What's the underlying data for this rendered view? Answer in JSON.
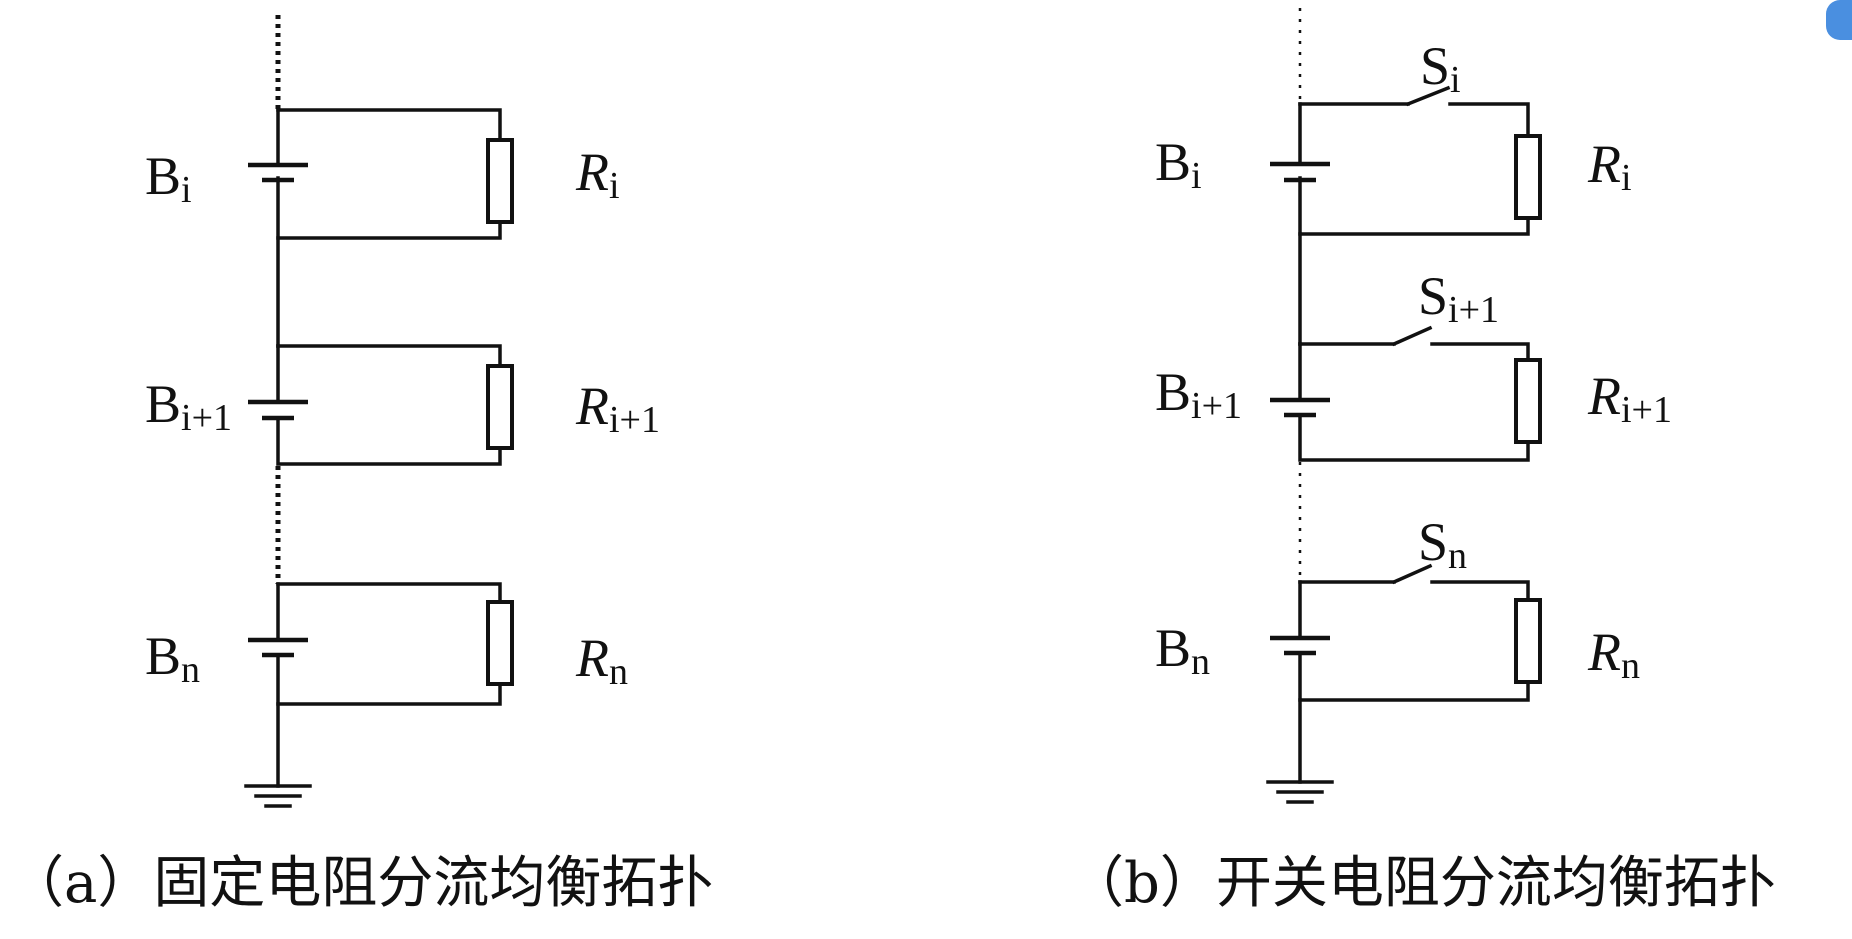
{
  "figures": [
    {
      "id": "a",
      "caption": "（a）固定电阻分流均衡拓扑",
      "cells": [
        {
          "battery": {
            "base": "B",
            "sub": "i"
          },
          "resistor": {
            "base": "R",
            "sub": "i"
          }
        },
        {
          "battery": {
            "base": "B",
            "sub": "i+1"
          },
          "resistor": {
            "base": "R",
            "sub": "i+1"
          }
        },
        {
          "battery": {
            "base": "B",
            "sub": "n"
          },
          "resistor": {
            "base": "R",
            "sub": "n"
          }
        }
      ]
    },
    {
      "id": "b",
      "caption": "（b）开关电阻分流均衡拓扑",
      "cells": [
        {
          "battery": {
            "base": "B",
            "sub": "i"
          },
          "resistor": {
            "base": "R",
            "sub": "i"
          },
          "switch": {
            "base": "S",
            "sub": "i"
          }
        },
        {
          "battery": {
            "base": "B",
            "sub": "i+1"
          },
          "resistor": {
            "base": "R",
            "sub": "i+1"
          },
          "switch": {
            "base": "S",
            "sub": "i+1"
          }
        },
        {
          "battery": {
            "base": "B",
            "sub": "n"
          },
          "resistor": {
            "base": "R",
            "sub": "n"
          },
          "switch": {
            "base": "S",
            "sub": "n"
          }
        }
      ]
    }
  ],
  "corner_icon": "screenshot-tool-icon"
}
